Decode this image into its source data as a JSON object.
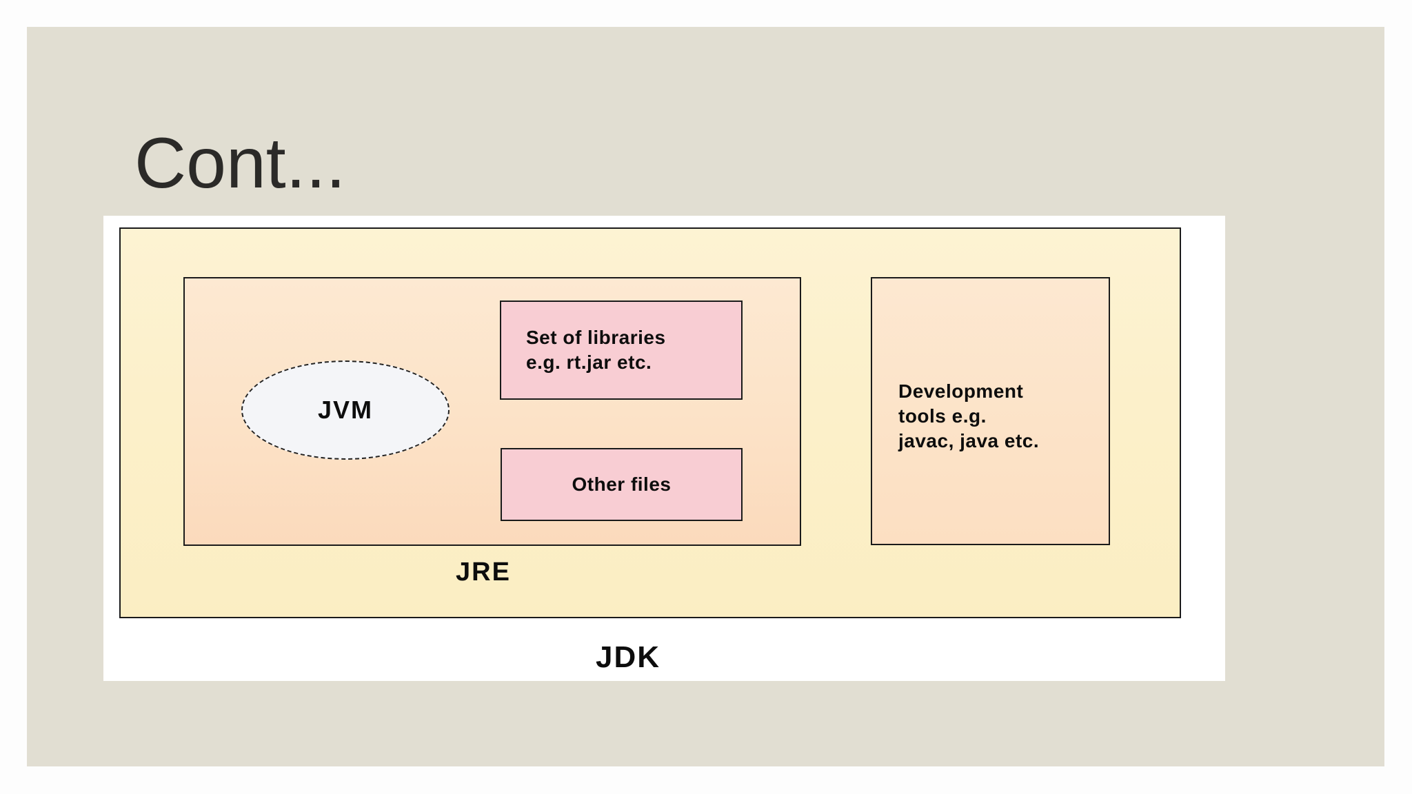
{
  "slide": {
    "title": "Cont..."
  },
  "diagram": {
    "jdk": {
      "label": "JDK"
    },
    "jre": {
      "label": "JRE"
    },
    "jvm": {
      "label": "JVM"
    },
    "libraries": {
      "line1": "Set of libraries",
      "line2": "e.g. rt.jar etc."
    },
    "other_files": {
      "label": "Other files"
    },
    "dev_tools": {
      "line1": "Development",
      "line2": "tools e.g.",
      "line3": "javac, java etc."
    }
  },
  "colors": {
    "page_background": "#fdfdfd",
    "slide_background": "#e1ded2",
    "content_panel": "#ffffff",
    "jdk_fill": "#fcf0ca",
    "jre_fill": "#fce3c8",
    "dev_tools_fill": "#fce3c8",
    "library_box_fill": "#f8cdd3",
    "jvm_fill": "#f4f5f8",
    "box_border": "#1a1a1a",
    "title_text": "#2b2a28",
    "diagram_text": "#0d0d0d"
  }
}
